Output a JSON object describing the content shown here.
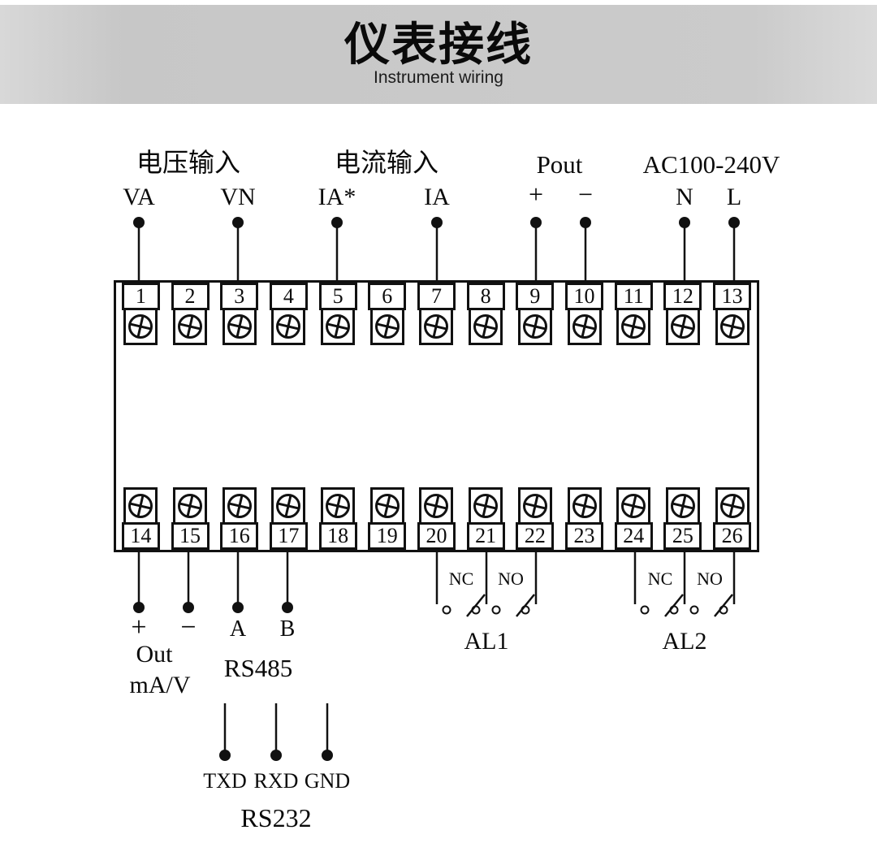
{
  "header": {
    "title": "仪表接线",
    "subtitle": "Instrument wiring"
  },
  "top": {
    "voltage_input": "电压输入",
    "current_input": "电流输入",
    "pout": "Pout",
    "ac_power": "AC100-240V",
    "pins": {
      "va": "VA",
      "vn": "VN",
      "ia_star": "IA*",
      "ia": "IA",
      "plus": "+",
      "minus": "−",
      "n": "N",
      "l": "L"
    }
  },
  "terminals": {
    "top": [
      "1",
      "2",
      "3",
      "4",
      "5",
      "6",
      "7",
      "8",
      "9",
      "10",
      "11",
      "12",
      "13"
    ],
    "bottom": [
      "14",
      "15",
      "16",
      "17",
      "18",
      "19",
      "20",
      "21",
      "22",
      "23",
      "24",
      "25",
      "26"
    ]
  },
  "bottom": {
    "analog_out": {
      "plus": "+",
      "minus": "−",
      "label": "Out",
      "unit": "mA/V"
    },
    "rs485": {
      "a": "A",
      "b": "B",
      "label": "RS485"
    },
    "rs232": {
      "txd": "TXD",
      "rxd": "RXD",
      "gnd": "GND",
      "label": "RS232"
    },
    "alarm1": {
      "nc": "NC",
      "no": "NO",
      "label": "AL1"
    },
    "alarm2": {
      "nc": "NC",
      "no": "NO",
      "label": "AL2"
    }
  }
}
